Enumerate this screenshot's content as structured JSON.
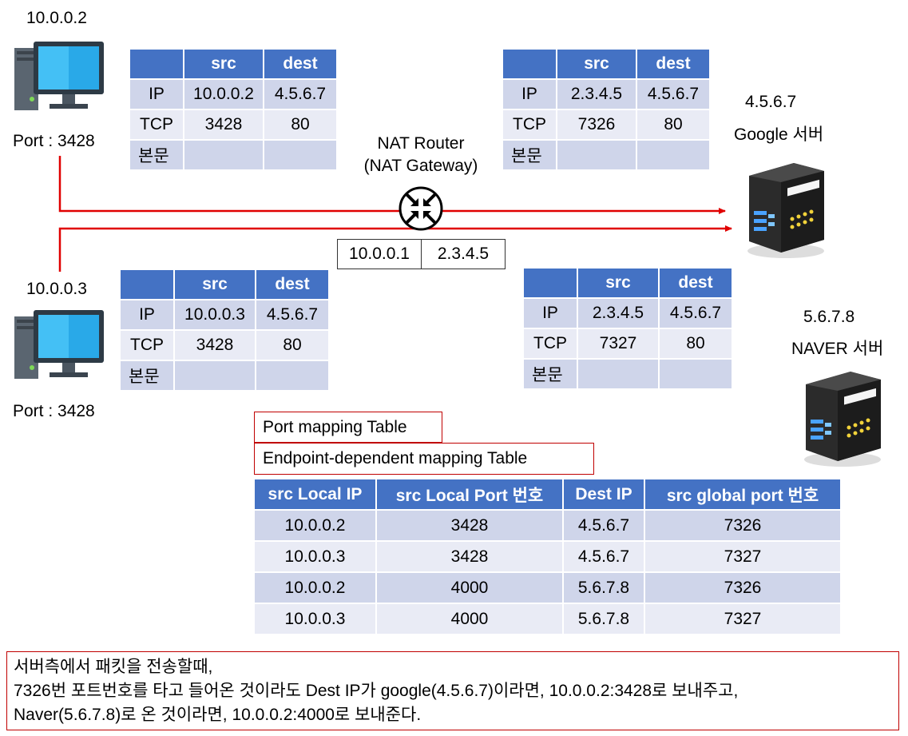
{
  "hosts": {
    "pc1": {
      "ip": "10.0.0.2",
      "port": "Port : 3428"
    },
    "pc2": {
      "ip": "10.0.0.3",
      "port": "Port : 3428"
    }
  },
  "servers": {
    "google": {
      "ip": "4.5.6.7",
      "name": "Google 서버"
    },
    "naver": {
      "ip": "5.6.7.8",
      "name": "NAVER 서버"
    }
  },
  "router": {
    "line1": "NAT Router",
    "line2": "(NAT Gateway)",
    "private_ip": "10.0.0.1",
    "public_ip": "2.3.4.5"
  },
  "packets": {
    "p1": {
      "h_src": "src",
      "h_dest": "dest",
      "ip_label": "IP",
      "ip_src": "10.0.0.2",
      "ip_dest": "4.5.6.7",
      "tcp_label": "TCP",
      "tcp_src": "3428",
      "tcp_dest": "80",
      "body_label": "본문"
    },
    "p2": {
      "h_src": "src",
      "h_dest": "dest",
      "ip_label": "IP",
      "ip_src": "2.3.4.5",
      "ip_dest": "4.5.6.7",
      "tcp_label": "TCP",
      "tcp_src": "7326",
      "tcp_dest": "80",
      "body_label": "본문"
    },
    "p3": {
      "h_src": "src",
      "h_dest": "dest",
      "ip_label": "IP",
      "ip_src": "10.0.0.3",
      "ip_dest": "4.5.6.7",
      "tcp_label": "TCP",
      "tcp_src": "3428",
      "tcp_dest": "80",
      "body_label": "본문"
    },
    "p4": {
      "h_src": "src",
      "h_dest": "dest",
      "ip_label": "IP",
      "ip_src": "2.3.4.5",
      "ip_dest": "4.5.6.7",
      "tcp_label": "TCP",
      "tcp_src": "7327",
      "tcp_dest": "80",
      "body_label": "본문"
    }
  },
  "mapping": {
    "title1": "Port mapping Table",
    "title2": "Endpoint-dependent mapping Table",
    "headers": [
      "src Local IP",
      "src Local Port 번호",
      "Dest IP",
      "src global port 번호"
    ],
    "rows": [
      [
        "10.0.0.2",
        "3428",
        "4.5.6.7",
        "7326"
      ],
      [
        "10.0.0.3",
        "3428",
        "4.5.6.7",
        "7327"
      ],
      [
        "10.0.0.2",
        "4000",
        "5.6.7.8",
        "7326"
      ],
      [
        "10.0.0.3",
        "4000",
        "5.6.7.8",
        "7327"
      ]
    ]
  },
  "note": {
    "line1": "서버측에서 패킷을 전송할때,",
    "line2": "7326번 포트번호를 타고 들어온 것이라도 Dest IP가 google(4.5.6.7)이라면, 10.0.0.2:3428로 보내주고,",
    "line3": "Naver(5.6.7.8)로 온 것이라면, 10.0.0.2:4000로 보내준다."
  },
  "colors": {
    "arrow": "#e00000",
    "header": "#4472c4",
    "row_dark": "#cfd5ea",
    "row_light": "#e9ebf5",
    "box_border": "#c00000"
  },
  "icons": [
    "desktop-computer-icon",
    "desktop-computer-icon",
    "server-rack-icon",
    "server-rack-icon",
    "router-icon"
  ]
}
